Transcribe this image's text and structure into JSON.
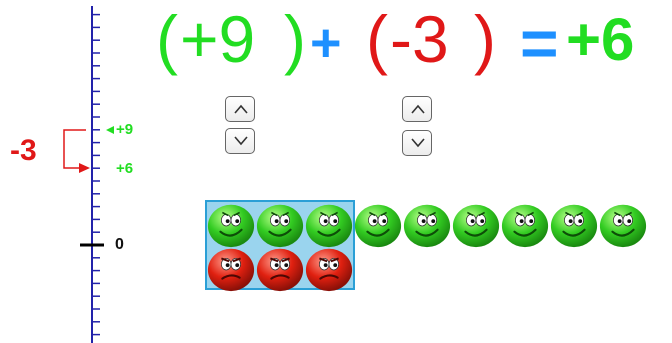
{
  "equation": {
    "open_paren_1": "(",
    "term1": "+9",
    "close_paren_1": ")",
    "plus": "+",
    "open_paren_2": "(",
    "term2": "-3",
    "close_paren_2": ")",
    "equals": "=",
    "result": "+6"
  },
  "stepper_buttons": {
    "up_symbol": "^",
    "down_symbol": "v"
  },
  "number_line": {
    "start_label": "+9",
    "end_label": "+6",
    "zero_label": "0",
    "change_label": "-3"
  },
  "counters": {
    "green_count": 9,
    "red_count": 3,
    "zero_pairs": 3,
    "green_face": "happy-green-face",
    "red_face": "grumpy-red-face"
  },
  "colors": {
    "positive": "#22dd22",
    "negative": "#e01818",
    "operator": "#1e90ff",
    "number_line": "#2222aa",
    "zero_pair_box": "#9ad4ee"
  }
}
